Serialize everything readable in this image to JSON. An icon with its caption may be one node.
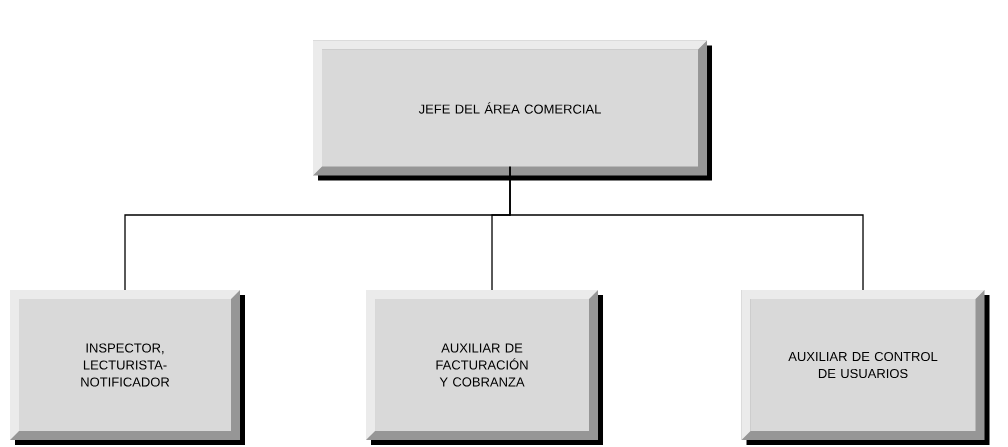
{
  "diagram": {
    "nodes": [
      {
        "text": [
          "JEFE DEL ÁREA COMERCIAL"
        ]
      },
      {
        "text": [
          "INSPECTOR, LECTURISTA-NOTIFICADOR"
        ]
      },
      {
        "text": [
          "AUXILIAR DE FACTURACIÓN Y COBRANZA"
        ]
      },
      {
        "text": [
          "AUXILIAR DE CONTROL DE USUARIOS"
        ]
      }
    ],
    "edges": [
      {
        "from": 0,
        "to": 1,
        "arrow": "none"
      },
      {
        "from": 0,
        "to": 2,
        "arrow": "none"
      },
      {
        "from": 0,
        "to": 3,
        "arrow": "none"
      }
    ]
  }
}
